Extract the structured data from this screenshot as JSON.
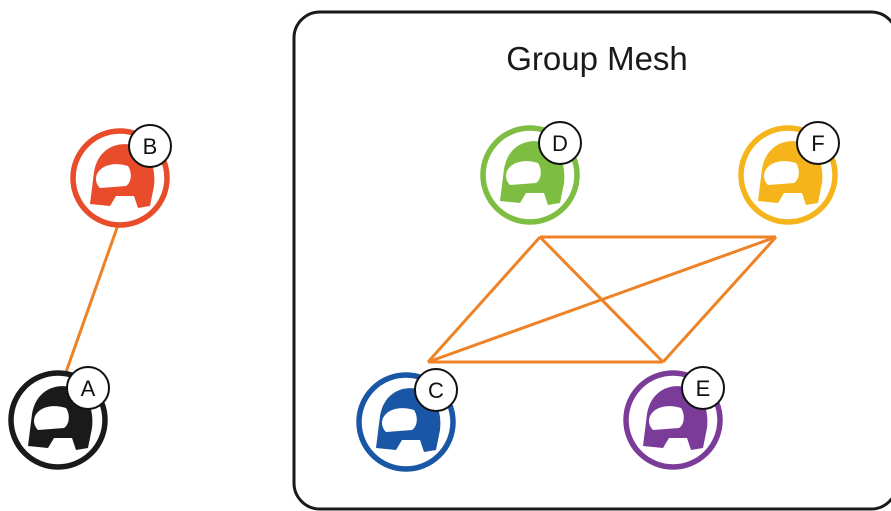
{
  "group": {
    "title": "Group Mesh",
    "border_color": "#1a1a1a"
  },
  "link_color": "#ee8226",
  "nodes": [
    {
      "id": "A",
      "label": "A",
      "color": "#1a1a1a",
      "icon": "helmet-icon"
    },
    {
      "id": "B",
      "label": "B",
      "color": "#e84c2b",
      "icon": "helmet-icon"
    },
    {
      "id": "C",
      "label": "C",
      "color": "#1a56a6",
      "icon": "helmet-icon"
    },
    {
      "id": "D",
      "label": "D",
      "color": "#7dbd42",
      "icon": "helmet-icon"
    },
    {
      "id": "E",
      "label": "E",
      "color": "#7b3b99",
      "icon": "helmet-icon"
    },
    {
      "id": "F",
      "label": "F",
      "color": "#f4b41a",
      "icon": "helmet-icon"
    }
  ],
  "links": [
    {
      "from": "A",
      "to": "B"
    },
    {
      "from": "D",
      "to": "F"
    },
    {
      "from": "D",
      "to": "C"
    },
    {
      "from": "D",
      "to": "E"
    },
    {
      "from": "C",
      "to": "E"
    },
    {
      "from": "C",
      "to": "F"
    },
    {
      "from": "E",
      "to": "F"
    }
  ]
}
